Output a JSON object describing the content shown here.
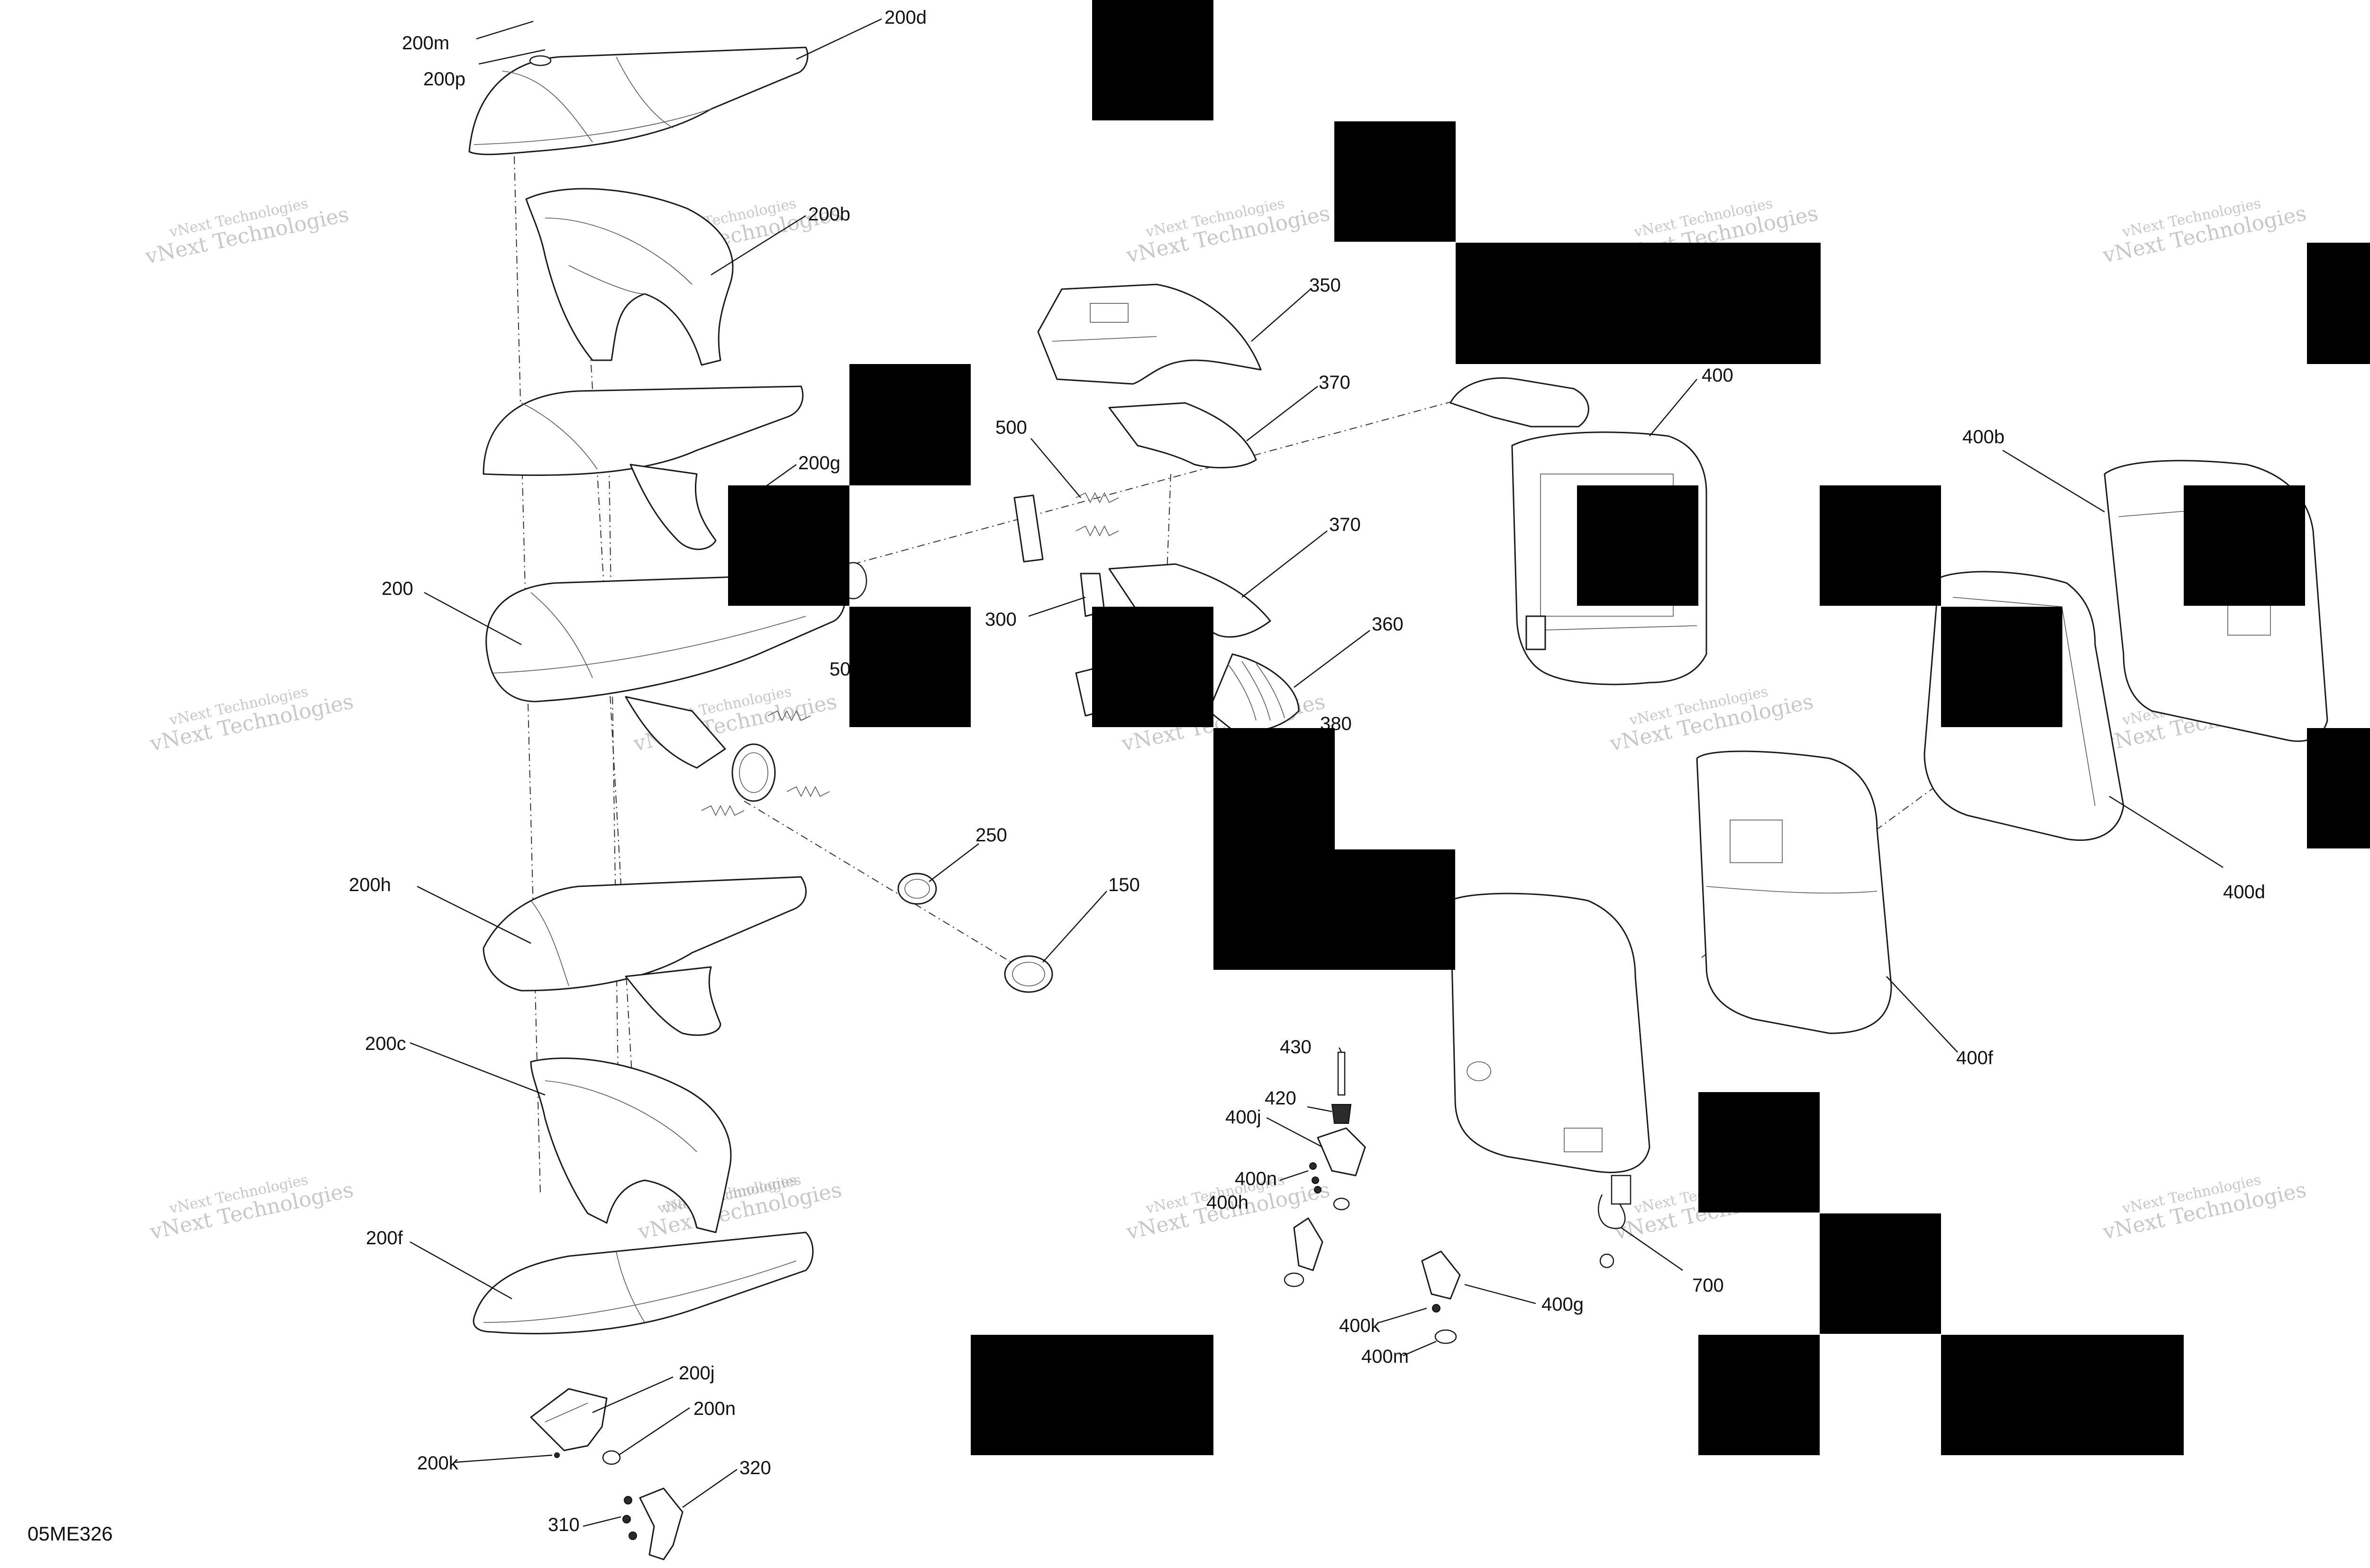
{
  "diagram": {
    "drawing_code": "05ME326",
    "watermark": {
      "line1": "vNext Technologies",
      "line2": "vNext Technologies"
    },
    "callouts": [
      {
        "id": "200m",
        "text": "200m"
      },
      {
        "id": "200p",
        "text": "200p"
      },
      {
        "id": "200d",
        "text": "200d"
      },
      {
        "id": "200b",
        "text": "200b"
      },
      {
        "id": "200g",
        "text": "200g"
      },
      {
        "id": "200",
        "text": "200"
      },
      {
        "id": "200h",
        "text": "200h"
      },
      {
        "id": "200c",
        "text": "200c"
      },
      {
        "id": "200f",
        "text": "200f"
      },
      {
        "id": "200j",
        "text": "200j"
      },
      {
        "id": "200n",
        "text": "200n"
      },
      {
        "id": "200k",
        "text": "200k"
      },
      {
        "id": "310",
        "text": "310"
      },
      {
        "id": "320",
        "text": "320"
      },
      {
        "id": "350",
        "text": "350"
      },
      {
        "id": "370a",
        "text": "370"
      },
      {
        "id": "500a",
        "text": "500"
      },
      {
        "id": "370b",
        "text": "370"
      },
      {
        "id": "300",
        "text": "300"
      },
      {
        "id": "360",
        "text": "360"
      },
      {
        "id": "500b",
        "text": "50"
      },
      {
        "id": "380",
        "text": "380"
      },
      {
        "id": "250",
        "text": "250"
      },
      {
        "id": "150",
        "text": "150"
      },
      {
        "id": "400",
        "text": "400"
      },
      {
        "id": "400b",
        "text": "400b"
      },
      {
        "id": "400d",
        "text": "400d"
      },
      {
        "id": "400f",
        "text": "400f"
      },
      {
        "id": "430",
        "text": "430"
      },
      {
        "id": "420",
        "text": "420"
      },
      {
        "id": "400j",
        "text": "400j"
      },
      {
        "id": "400n",
        "text": "400n"
      },
      {
        "id": "400h",
        "text": "400h"
      },
      {
        "id": "400g",
        "text": "400g"
      },
      {
        "id": "400k",
        "text": "400k"
      },
      {
        "id": "400m",
        "text": "400m"
      },
      {
        "id": "700",
        "text": "700"
      }
    ]
  }
}
